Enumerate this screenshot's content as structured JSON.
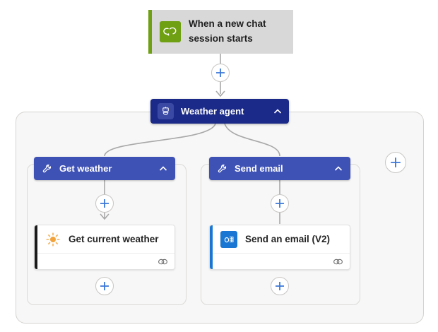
{
  "trigger": {
    "label": "When a new chat session starts",
    "icon": "chat-icon"
  },
  "agent": {
    "label": "Weather agent",
    "icon": "robot-icon",
    "collapse_icon": "chevron-up-icon"
  },
  "branches": [
    {
      "header_label": "Get weather",
      "header_icon": "wrench-icon",
      "action": {
        "label": "Get current weather",
        "icon": "sun-icon",
        "badge_icon": "connection-icon"
      }
    },
    {
      "header_label": "Send email",
      "header_icon": "wrench-icon",
      "action": {
        "label": "Send an email (V2)",
        "icon": "outlook-icon",
        "badge_icon": "connection-icon"
      }
    }
  ],
  "colors": {
    "trigger_green": "#6f9f13",
    "agent_navy": "#1b2a88",
    "branch_blue": "#3e51b5",
    "plus_blue": "#3b78d8",
    "outlook_blue": "#1976d2",
    "sun_orange": "#f2a33c",
    "connector_gray": "#a8a8a8"
  }
}
